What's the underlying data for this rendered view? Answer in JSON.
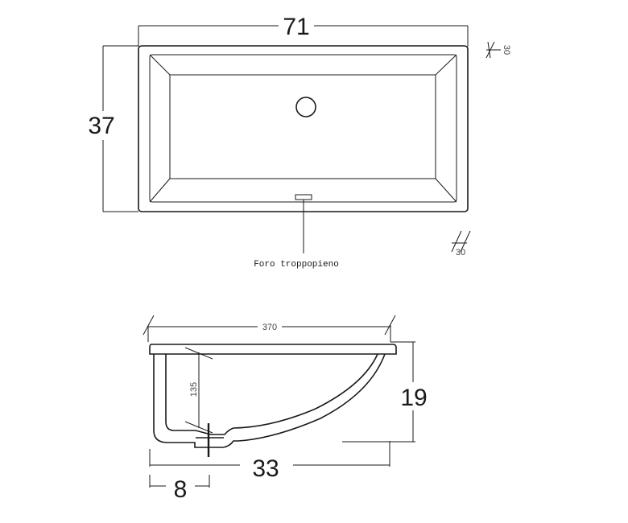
{
  "top_view": {
    "width_label": "71",
    "depth_label": "37",
    "angle_label_top": "30",
    "angle_label_bottom": "30",
    "overflow_label": "Foro troppopieno"
  },
  "section_view": {
    "width_label": "370",
    "height_inner_label": "135",
    "height_label": "19",
    "depth_label": "33",
    "offset_label": "8"
  }
}
